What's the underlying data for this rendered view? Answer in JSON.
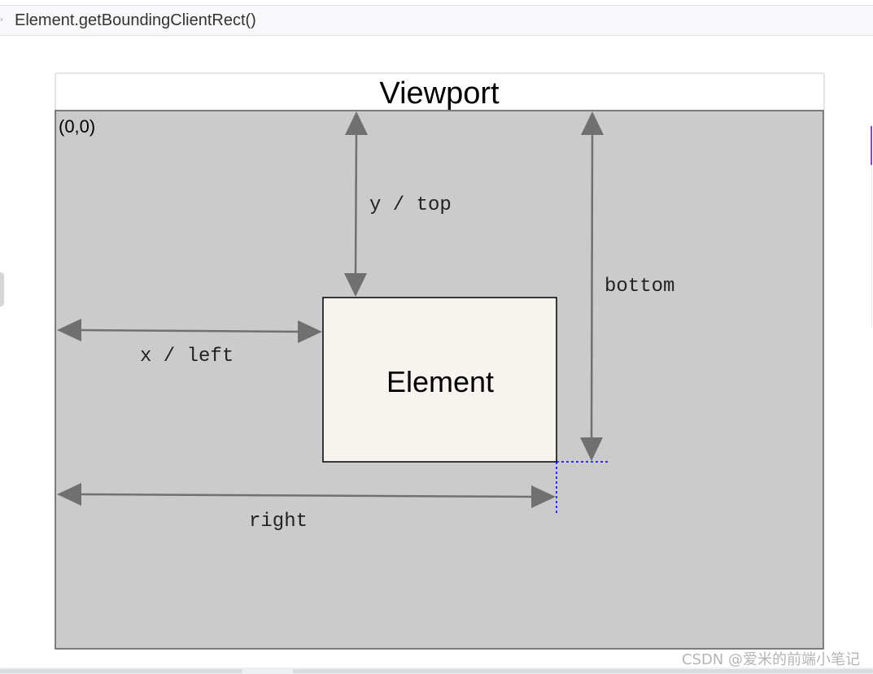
{
  "header": {
    "title": "Element.getBoundingClientRect()"
  },
  "diagram": {
    "viewport_label": "Viewport",
    "origin_label": "(0,0)",
    "element_label": "Element",
    "labels": {
      "y_top": "y / top",
      "x_left": "x / left",
      "bottom": "bottom",
      "right": "right"
    },
    "colors": {
      "viewport_fill": "#cbcbcb",
      "element_fill": "#f7f4f0",
      "arrow": "#707070",
      "guide": "#0000ee"
    }
  },
  "watermark": "CSDN @爱米的前端小笔记"
}
